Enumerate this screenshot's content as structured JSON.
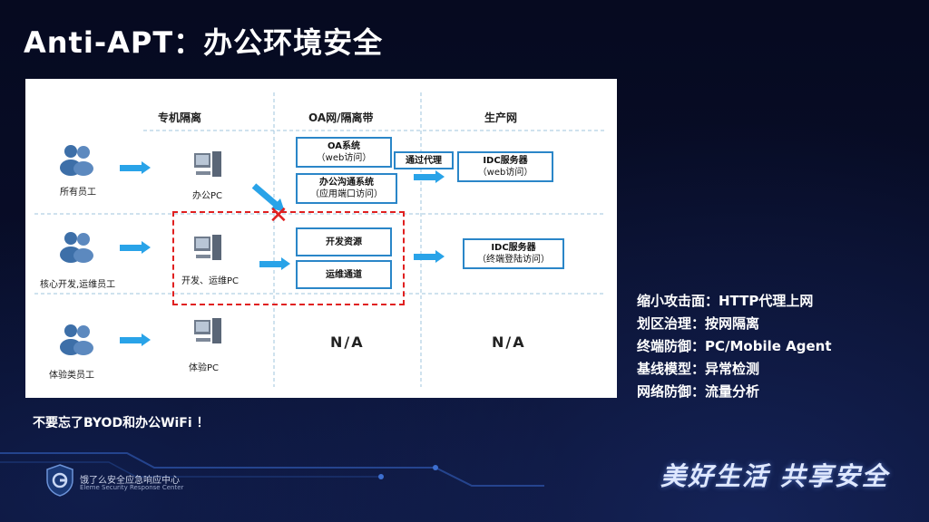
{
  "slide": {
    "title": "Anti-APT：办公环境安全",
    "note": "不要忘了BYOD和办公WiFi ！"
  },
  "diagram": {
    "columns": [
      "专机隔离",
      "OA网/隔离带",
      "生产网"
    ],
    "rows": [
      {
        "user_label": "所有员工",
        "pc_label": "办公PC"
      },
      {
        "user_label": "核心开发,运维员工",
        "pc_label": "开发、运维PC"
      },
      {
        "user_label": "体验类员工",
        "pc_label": "体验PC"
      }
    ],
    "boxes": {
      "oa": [
        "OA系统",
        "（web访问）"
      ],
      "office_comm": [
        "办公沟通系统",
        "（应用端口访问）"
      ],
      "proxy": "通过代理",
      "idc_web": [
        "IDC服务器",
        "（web访问）"
      ],
      "dev_res": "开发资源",
      "ops_channel": "运维通道",
      "idc_term": [
        "IDC服务器",
        "（终端登陆访问）"
      ]
    },
    "na_oa": "N/A",
    "na_prod": "N/A"
  },
  "right_list": [
    "缩小攻击面：HTTP代理上网",
    "划区治理：按网隔离",
    "终端防御：PC/Mobile Agent",
    "基线模型：异常检测",
    "网络防御：流量分析"
  ],
  "footer": {
    "logo_cn": "饿了么安全应急响应中心",
    "logo_en": "Eleme Security Response Center",
    "slogan": "美好生活 共享安全"
  },
  "icons": {
    "users": "users-icon",
    "pc": "desktop-pc-icon",
    "arrow": "arrow-right-icon",
    "blocked": "x-icon",
    "logo": "shield-logo-icon"
  },
  "colors": {
    "background": "#080c24",
    "accent_blue": "#29a3e8",
    "box_border": "#2a86c8",
    "red_dashed": "#e02020"
  }
}
